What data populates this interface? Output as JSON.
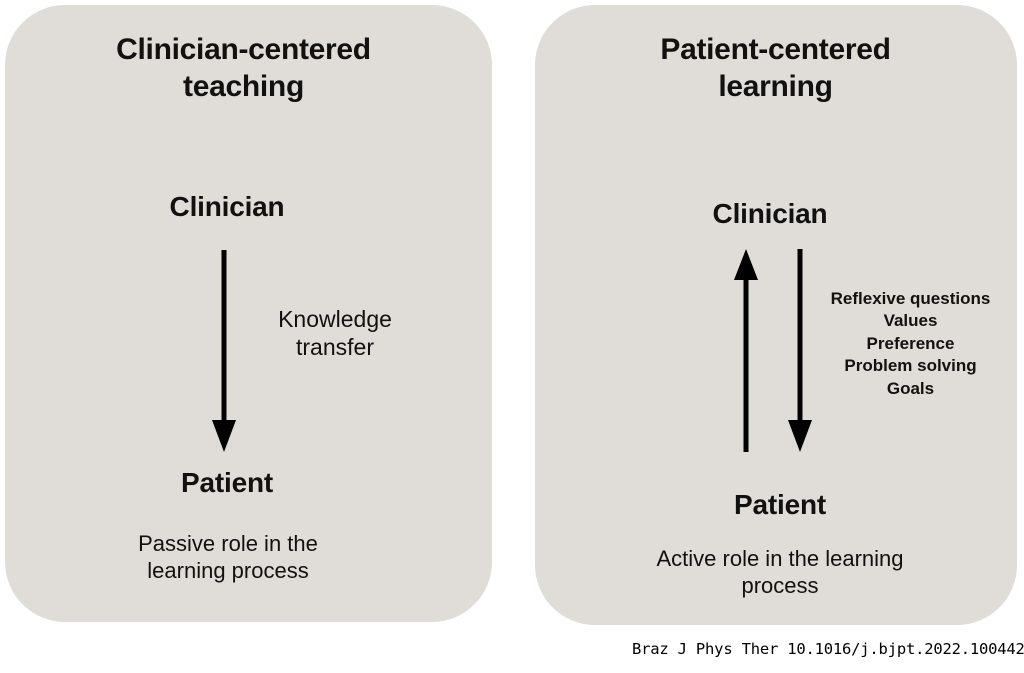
{
  "figure": {
    "citation": "Braz J Phys Ther 10.1016/j.bjpt.2022.100442",
    "background_color": "#ffffff",
    "panel_fill_color": "#e0ddd8",
    "text_color": "#111111",
    "arrow_color": "#000000"
  },
  "panels": [
    {
      "id": "clinician-centered",
      "title": "Clinician-centered\nteaching",
      "top_node": "Clinician",
      "edge_label": "Knowledge\ntransfer",
      "bottom_node": "Patient",
      "bottom_caption": "Passive role in the\nlearning process"
    },
    {
      "id": "patient-centered",
      "title": "Patient-centered\nlearning",
      "top_node": "Clinician",
      "edge_items": [
        "Reflexive questions",
        "Values",
        "Preference",
        "Problem solving",
        "Goals"
      ],
      "edge_items_text": "Reflexive questions\nValues\nPreference\nProblem solving\nGoals",
      "bottom_node": "Patient",
      "bottom_caption": "Active role in the learning\nprocess"
    }
  ]
}
